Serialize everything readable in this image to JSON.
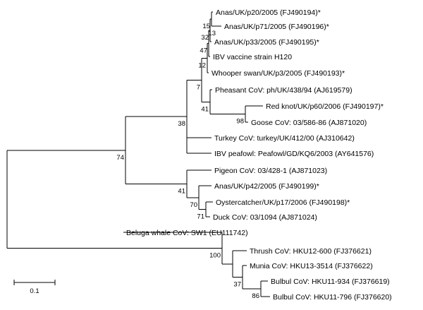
{
  "taxa": [
    "Anas/UK/p20/2005 (FJ490194)*",
    "Anas/UK/p71/2005 (FJ490196)*",
    "Anas/UK/p33/2005 (FJ490195)*",
    "IBV vaccine strain H120",
    "Whooper swan/UK/p3/2005 (FJ490193)*",
    "Pheasant CoV: ph/UK/438/94 (AJ619579)",
    "Red knot/UK/p60/2006 (FJ490197)*",
    "Goose CoV: 03/586-86 (AJ871020)",
    "Turkey CoV: turkey/UK/412/00 (AJ310642)",
    "IBV peafowl: Peafowl/GD/KQ6/2003 (AY641576)",
    "Pigeon CoV: 03/428-1 (AJ871023)",
    "Anas/UK/p42/2005 (FJ490199)*",
    "Oystercatcher/UK/p17/2006 (FJ490198)*",
    "Duck CoV: 03/1094 (AJ871024)",
    "Beluga whale CoV: SW1 (EU111742)",
    "Thrush CoV: HKU12-600 (FJ376621)",
    "Munia CoV: HKU13-3514 (FJ376622)",
    "Bulbul CoV: HKU11-934 (FJ376619)",
    "Bulbul CoV: HKU11-796 (FJ376620)"
  ],
  "bootstrap": [
    "15",
    "13",
    "32",
    "47",
    "12",
    "7",
    "41",
    "98",
    "38",
    "74",
    "41",
    "70",
    "71",
    "100",
    "37",
    "86"
  ],
  "scale_bar": {
    "value": "0.1",
    "length": 0.1
  }
}
